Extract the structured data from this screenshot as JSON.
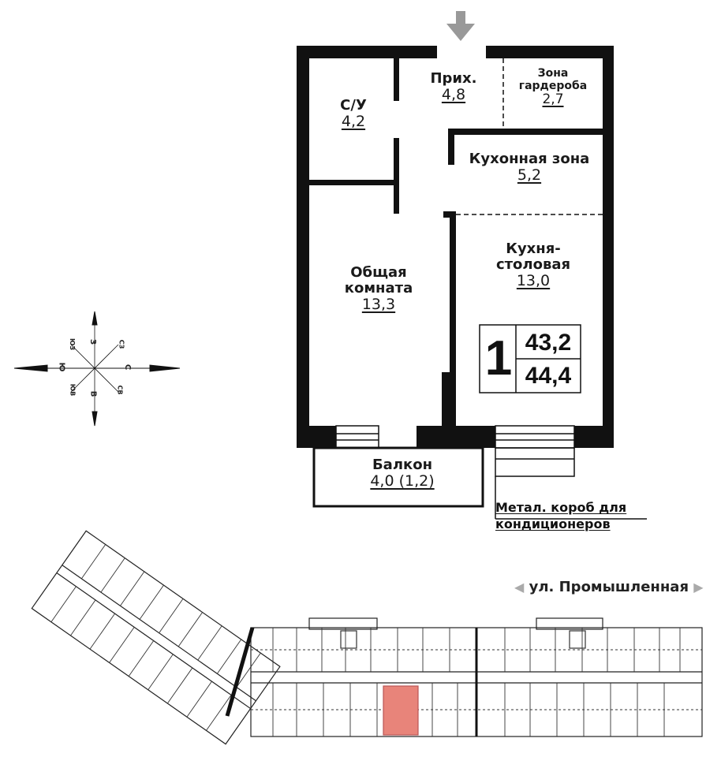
{
  "rooms": {
    "bathroom": {
      "name": "С/У",
      "area": "4,2"
    },
    "hall": {
      "name": "Прих.",
      "area": "4,8"
    },
    "wardrobe": {
      "name_line1": "Зона",
      "name_line2": "гардероба",
      "area": "2,7"
    },
    "kitchen_zone": {
      "name": "Кухонная зона",
      "area": "5,2"
    },
    "living": {
      "name_line1": "Общая",
      "name_line2": "комната",
      "area": "13,3"
    },
    "kitchen_dining": {
      "name_line1": "Кухня-",
      "name_line2": "столовая",
      "area": "13,0"
    },
    "balcony": {
      "name": "Балкон",
      "area": "4,0 (1,2)"
    }
  },
  "summary": {
    "room_count": "1",
    "living_area": "43,2",
    "total_area": "44,4"
  },
  "ac_note": {
    "line1": "Метал. короб для",
    "line2": "кондиционеров"
  },
  "compass": {
    "n": "С",
    "s": "Ю",
    "e": "В",
    "w": "З",
    "ne": "СВ",
    "nw": "СЗ",
    "se": "ЮВ",
    "sw": "ЮЗ"
  },
  "street": {
    "name": "ул. Промышленная",
    "left_arrow": "◀",
    "right_arrow": "▶"
  },
  "colors": {
    "wall": "#111111",
    "highlight": "#e8847a",
    "entry_arrow": "#999999"
  }
}
